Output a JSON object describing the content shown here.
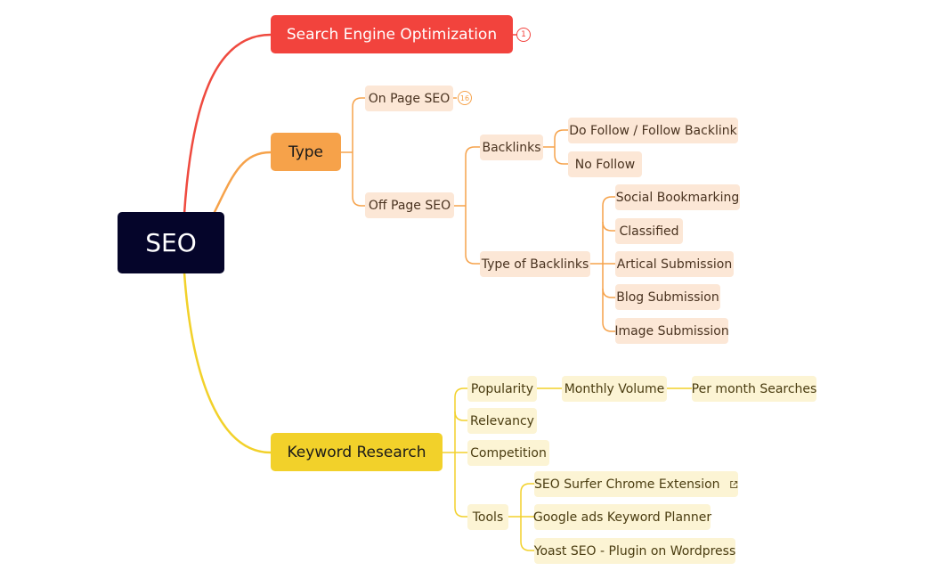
{
  "root": {
    "label": "SEO"
  },
  "branches": {
    "seo_full": {
      "label": "Search Engine Optimization",
      "badge": "1",
      "color": "#f2433d"
    },
    "type": {
      "label": "Type",
      "color": "#f6a24a",
      "on_page": {
        "label": "On Page SEO",
        "badge": "16"
      },
      "off_page": {
        "label": "Off Page SEO",
        "backlinks": {
          "label": "Backlinks",
          "children": [
            "Do Follow / Follow Backlink",
            "No Follow"
          ]
        },
        "type_of_backlinks": {
          "label": "Type of Backlinks",
          "children": [
            "Social Bookmarking",
            "Classified",
            "Artical Submission",
            "Blog Submission",
            "Image Submission"
          ]
        }
      }
    },
    "keyword": {
      "label": "Keyword Research",
      "color": "#f2d12a",
      "popularity": {
        "label": "Popularity",
        "monthly_volume": "Monthly Volume",
        "per_month": "Per month Searches"
      },
      "relevancy": "Relevancy",
      "competition": "Competition",
      "tools": {
        "label": "Tools",
        "children": [
          "SEO Surfer Chrome Extension",
          "Google ads Keyword Planner",
          "Yoast SEO - Plugin on Wordpress"
        ],
        "link_icon": "external-link-icon"
      }
    }
  }
}
